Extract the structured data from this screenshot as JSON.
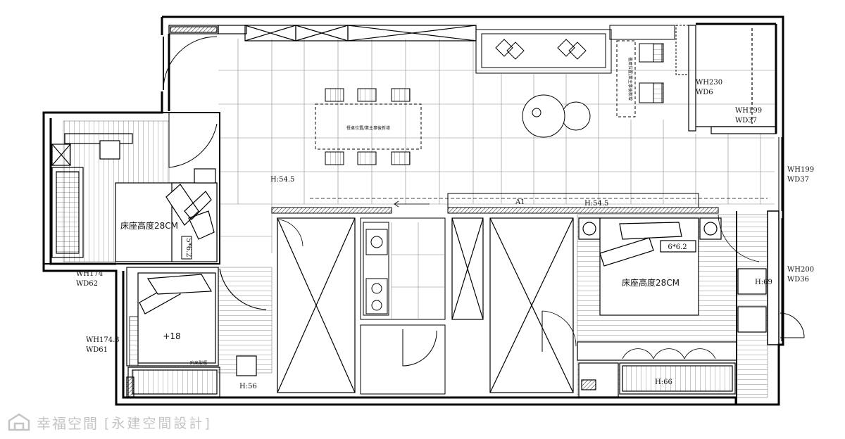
{
  "plan": {
    "bed_height_label_left": "床座高度28CM",
    "bed_height_label_right": "床座高度28CM",
    "dining_note": "餐桌位置/業主事後新增",
    "study_note": "書桌位置/業主事後新增",
    "bed_size_left": "5*6.2",
    "bed_size_right": "6*6.2",
    "child_bed_label": "+18",
    "desk_note": "附高型櫃",
    "marks": {
      "wh174": "WH174",
      "wd62": "WD62",
      "wh174_3": "WH174.3",
      "wd61": "WD61",
      "wh230": "WH230",
      "wd6": "WD6",
      "wh199_a": "WH199",
      "wd37_a": "WD37",
      "wh199_b": "WH199",
      "wd37_b": "WD37",
      "wh200": "WH200",
      "wd36": "WD36",
      "h54_5_a": "H:54.5",
      "h54_5_b": "H:54.5",
      "h56": "H:56",
      "h69": "H:69",
      "h66": "H:66",
      "a1": "A1"
    }
  },
  "watermark": {
    "brand": "幸福空間",
    "designer": "[永建空間設計]",
    "icon": "house-logo-icon",
    "color": "#c4c4c4"
  }
}
